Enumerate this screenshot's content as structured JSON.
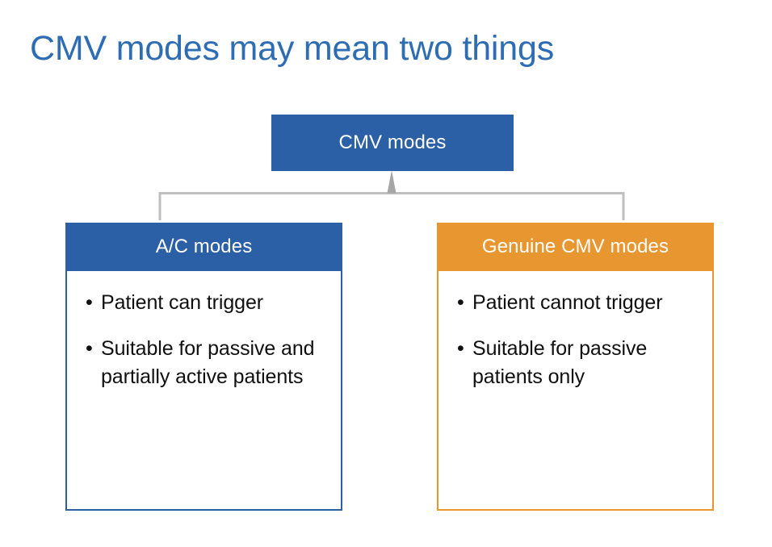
{
  "slide": {
    "title": "CMV modes may mean two things",
    "background_color": "#ffffff",
    "title_color": "#2E6DB4"
  },
  "diagram": {
    "type": "hierarchy",
    "root": {
      "label": "CMV modes",
      "fill_color": "#2B5FA6",
      "text_color": "#ffffff"
    },
    "connector": {
      "style": "bracket-with-arrow",
      "line_color": "#BFBFBF",
      "arrow_color": "#A6A6A6",
      "arrow_direction": "up"
    },
    "children": [
      {
        "id": "ac-modes",
        "header": "A/C modes",
        "accent_color": "#2B5FA6",
        "header_text_color": "#ffffff",
        "body_text_color": "#101010",
        "bullet_glyph": "•",
        "bullets": [
          "Patient can trigger",
          "Suitable for passive and partially active patients"
        ]
      },
      {
        "id": "genuine-cmv-modes",
        "header": "Genuine CMV modes",
        "accent_color": "#E8962F",
        "header_text_color": "#ffffff",
        "body_text_color": "#101010",
        "bullet_glyph": "•",
        "bullets": [
          "Patient cannot trigger",
          "Suitable for passive patients only"
        ]
      }
    ]
  }
}
